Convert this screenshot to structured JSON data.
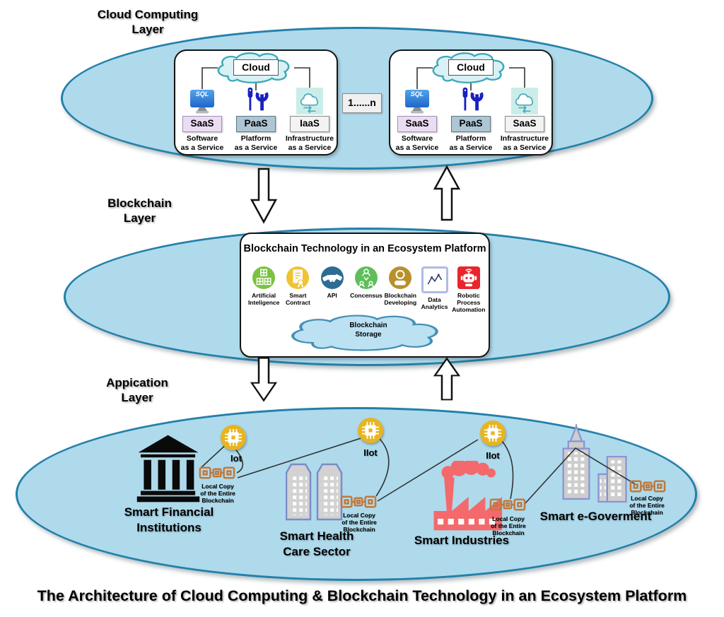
{
  "diagram_title": "The Architecture of Cloud Computing & Blockchain Technology in an Ecosystem Platform",
  "cloud_layer": {
    "label": "Cloud Computing\nLayer",
    "range_label": "1......n",
    "sql_icon_label": "SQL",
    "boxes": [
      {
        "cloud_label": "Cloud",
        "services": [
          {
            "abbr": "SaaS",
            "full": "Software\nas a Service",
            "icon": "sql-database-icon"
          },
          {
            "abbr": "PaaS",
            "full": "Platform\nas a Service",
            "icon": "tools-icon"
          },
          {
            "abbr": "IaaS",
            "full": "Infrastructure\nas a Service",
            "icon": "cloud-sync-icon"
          }
        ]
      },
      {
        "cloud_label": "Cloud",
        "services": [
          {
            "abbr": "SaaS",
            "full": "Software\nas a Service",
            "icon": "sql-database-icon"
          },
          {
            "abbr": "PaaS",
            "full": "Platform\nas a Service",
            "icon": "tools-icon"
          },
          {
            "abbr": "SaaS",
            "full": "Infrastructure\nas a Service",
            "icon": "cloud-sync-icon"
          }
        ]
      }
    ]
  },
  "blockchain_layer": {
    "label": "Blockchain\nLayer",
    "box_title": "Blockchain Technology in an Ecosystem Platform",
    "components": [
      {
        "label": "Artificial\nInteligence",
        "icon": "ai-cubes-icon",
        "color": "#7CC142"
      },
      {
        "label": "Smart\nContract",
        "icon": "contract-icon",
        "color": "#F1C232"
      },
      {
        "label": "API",
        "icon": "handshake-icon",
        "color": "#2D6C95"
      },
      {
        "label": "Concensus",
        "icon": "consensus-icon",
        "color": "#5FBE5A"
      },
      {
        "label": "Blockchain\nDeveloping",
        "icon": "developer-icon",
        "color": "#B8912C"
      },
      {
        "label": "Data\nAnalytics",
        "icon": "analytics-chart-icon",
        "color": "#FFFFFF"
      },
      {
        "label": "Robotic\nProcess\nAutomation",
        "icon": "robot-icon",
        "color": "#E8262B"
      }
    ],
    "storage_label": "Blockchain\nStorage"
  },
  "application_layer": {
    "label": "Appication\nLayer",
    "nodes": [
      {
        "name": "Smart Financial\nInstitutions",
        "iot_label": "Iot",
        "local_copy": "Local Copy\nof the Entire\nBlockchain",
        "icon": "bank-icon"
      },
      {
        "name": "Smart Health\nCare Sector",
        "iot_label": "IIot",
        "local_copy": "Local Copy\nof the Entire\nBlockchain",
        "icon": "hospital-buildings-icon"
      },
      {
        "name": "Smart Industries",
        "iot_label": "IIot",
        "local_copy": "Local Copy\nof the Entire\nBlockchain",
        "icon": "factory-icon"
      },
      {
        "name": "Smart e-Goverment",
        "local_copy": "Local Copy\nof the Entire\nBlockchain",
        "icon": "government-buildings-icon"
      }
    ]
  },
  "colors": {
    "ellipse_fill": "#AEDAEC",
    "ellipse_border": "#2380A9",
    "iot_yellow": "#E7B522",
    "chain_orange": "#C0793D",
    "factory_red": "#F4696B",
    "building_gray": "#D2D2D2",
    "building_border": "#7B8CC8"
  }
}
